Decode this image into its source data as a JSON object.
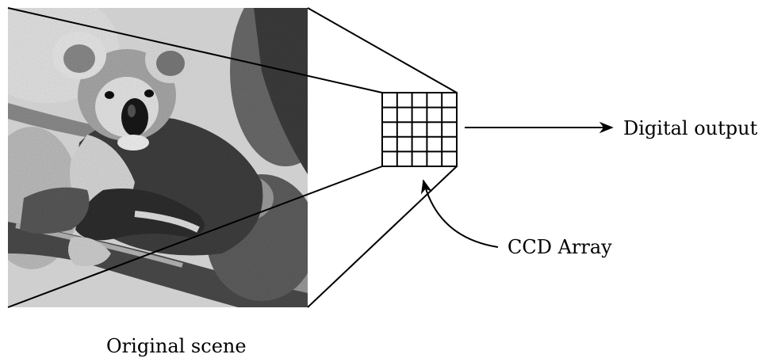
{
  "labels": {
    "digital_output": "Digital output",
    "ccd_array": "CCD Array",
    "original_scene": "Original scene"
  },
  "scene": {
    "subject_icon": "koala-on-branch-photo",
    "tone": "grayscale"
  },
  "ccd_grid": {
    "rows": 5,
    "cols": 5
  },
  "colors": {
    "ink": "#000000",
    "background": "#ffffff"
  }
}
